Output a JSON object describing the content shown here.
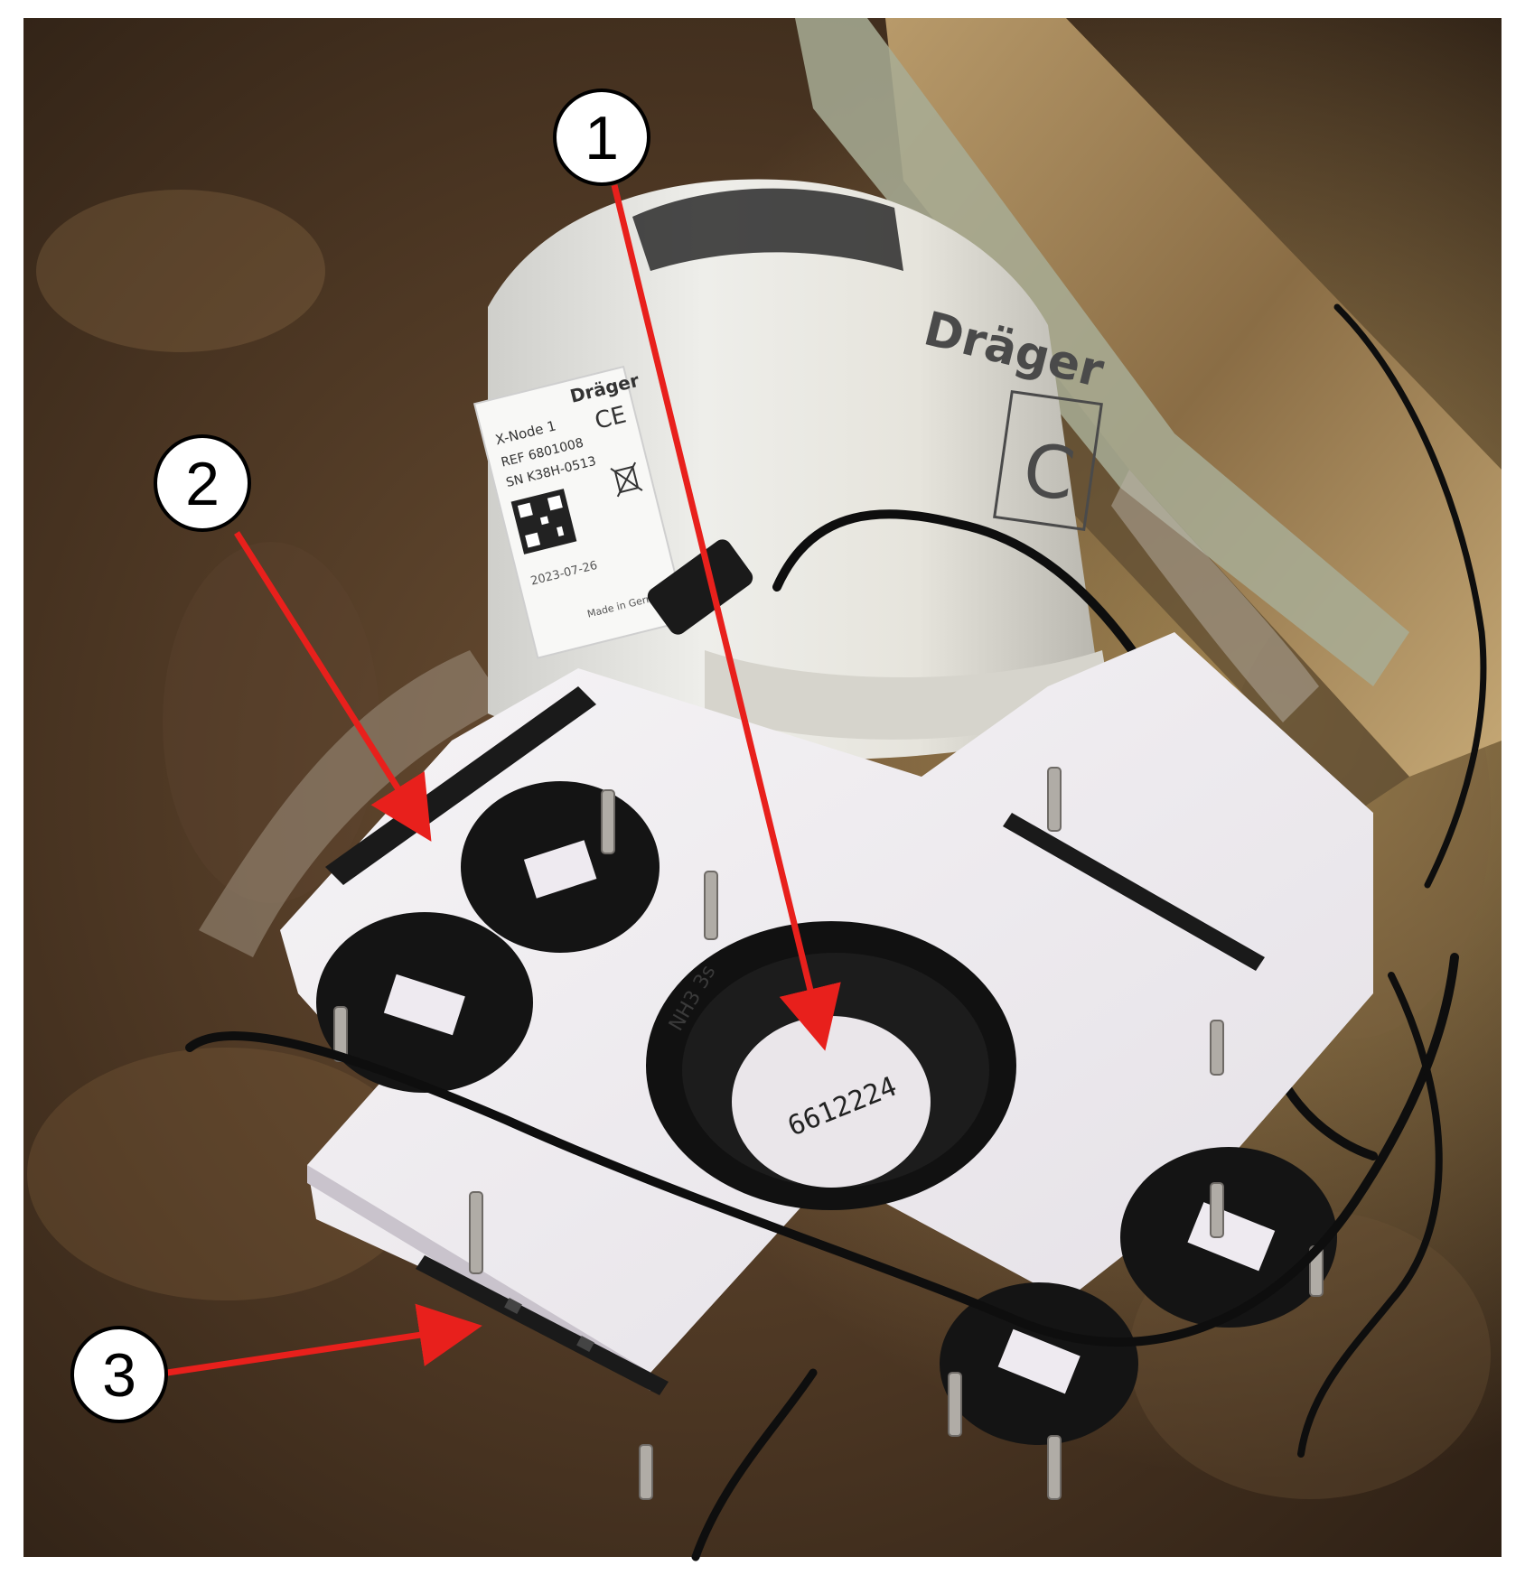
{
  "photo": {
    "brand_text": "Dräger",
    "side_letter": "C",
    "device_label": {
      "brand": "Dräger",
      "model": "X-Node 1",
      "ref": "REF 6801008",
      "sn": "SN K38H-0513",
      "date": "2023-07-26",
      "origin": "Made in Germany",
      "ce_mark": "CE"
    },
    "sensor_cap_code": "6612224",
    "bezel_text": "NH3 3s"
  },
  "callouts": [
    {
      "number": "1",
      "target": "central-gas-sensor"
    },
    {
      "number": "2",
      "target": "sensor-mounting-plate"
    },
    {
      "number": "3",
      "target": "circuit-board-strip"
    }
  ],
  "colors": {
    "arrow": "#e8201c",
    "callout_fill": "#ffffff",
    "callout_stroke": "#000000",
    "housing": "#e9e8e2",
    "plate": "#f2f0f2",
    "holder": "#141414",
    "background_dark": "#3b2a1c",
    "background_light": "#9c7a52"
  },
  "icons": [
    "ce-mark-icon",
    "weee-bin-icon",
    "qr-code-icon"
  ]
}
